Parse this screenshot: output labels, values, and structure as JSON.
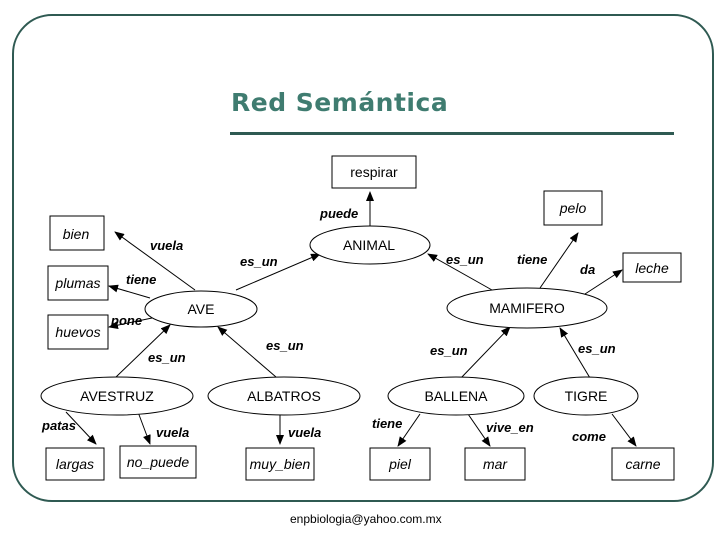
{
  "title": "Red Semántica",
  "footer": "enpbiologia@yahoo.com.mx",
  "concepts": {
    "animal": "ANIMAL",
    "ave": "AVE",
    "mamifero": "MAMIFERO",
    "avestruz": "AVESTRUZ",
    "albatros": "ALBATROS",
    "ballena": "BALLENA",
    "tigre": "TIGRE"
  },
  "properties": {
    "respirar": "respirar",
    "bien": "bien",
    "plumas": "plumas",
    "huevos": "huevos",
    "pelo": "pelo",
    "leche": "leche",
    "largas": "largas",
    "no_puede": "no_puede",
    "muy_bien": "muy_bien",
    "piel": "piel",
    "mar": "mar",
    "carne": "carne"
  },
  "relations": {
    "puede": "puede",
    "ave_es_un": "es_un",
    "mamifero_es_un": "es_un",
    "vuela": "vuela",
    "tiene": "tiene",
    "pone": "pone",
    "mam_tiene": "tiene",
    "da": "da",
    "avestruz_es_un": "es_un",
    "albatros_es_un": "es_un",
    "ballena_es_un": "es_un",
    "tigre_es_un": "es_un",
    "patas": "patas",
    "avestruz_vuela": "vuela",
    "albatros_vuela": "vuela",
    "ballena_tiene": "tiene",
    "vive_en": "vive_en",
    "come": "come"
  }
}
